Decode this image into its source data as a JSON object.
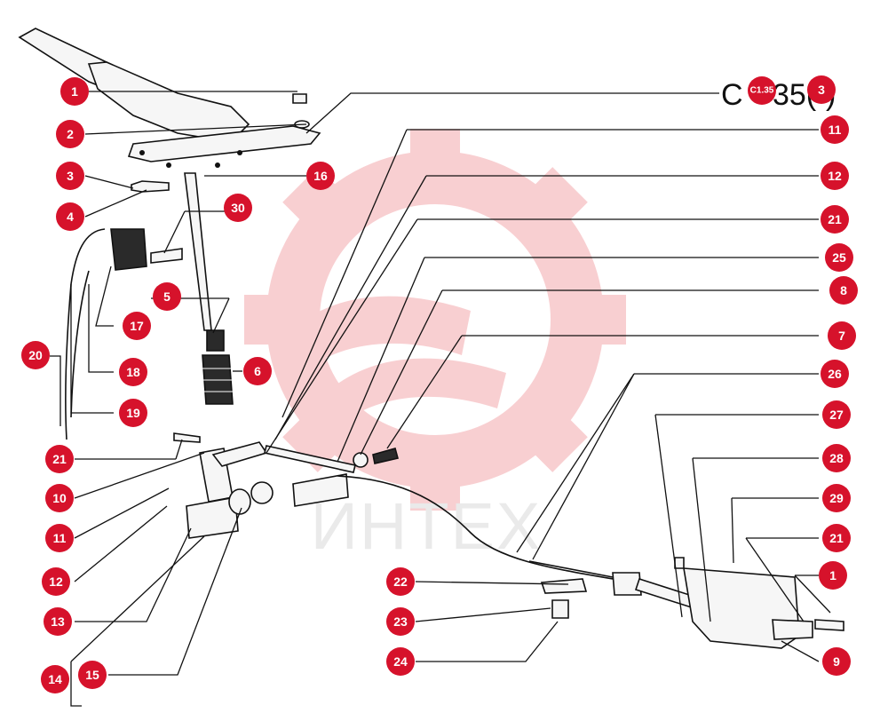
{
  "figure": {
    "reference_code": "C",
    "reference_code_tail": "35(",
    "reference_code_close": ")",
    "reference_badge_small": "C1.35",
    "reference_badge_number": "3",
    "watermark_text": "ИНТЕХ",
    "brand_color": "#d6122b",
    "watermark_color": "#f3b3b6"
  },
  "callouts": [
    {
      "id": "c1a",
      "label": "1"
    },
    {
      "id": "c2",
      "label": "2"
    },
    {
      "id": "c3",
      "label": "3"
    },
    {
      "id": "c4",
      "label": "4"
    },
    {
      "id": "c30",
      "label": "30"
    },
    {
      "id": "c16",
      "label": "16"
    },
    {
      "id": "c11a",
      "label": "11"
    },
    {
      "id": "c12a",
      "label": "12"
    },
    {
      "id": "c21a",
      "label": "21"
    },
    {
      "id": "c25",
      "label": "25"
    },
    {
      "id": "c8",
      "label": "8"
    },
    {
      "id": "c7",
      "label": "7"
    },
    {
      "id": "c26",
      "label": "26"
    },
    {
      "id": "c27",
      "label": "27"
    },
    {
      "id": "c28",
      "label": "28"
    },
    {
      "id": "c29",
      "label": "29"
    },
    {
      "id": "c21b",
      "label": "21"
    },
    {
      "id": "c1b",
      "label": "1"
    },
    {
      "id": "c9",
      "label": "9"
    },
    {
      "id": "c5",
      "label": "5"
    },
    {
      "id": "c6",
      "label": "6"
    },
    {
      "id": "c17",
      "label": "17"
    },
    {
      "id": "c18",
      "label": "18"
    },
    {
      "id": "c19",
      "label": "19"
    },
    {
      "id": "c20",
      "label": "20"
    },
    {
      "id": "c21c",
      "label": "21"
    },
    {
      "id": "c10",
      "label": "10"
    },
    {
      "id": "c11b",
      "label": "11"
    },
    {
      "id": "c12b",
      "label": "12"
    },
    {
      "id": "c13",
      "label": "13"
    },
    {
      "id": "c14",
      "label": "14"
    },
    {
      "id": "c15",
      "label": "15"
    },
    {
      "id": "c22",
      "label": "22"
    },
    {
      "id": "c23",
      "label": "23"
    },
    {
      "id": "c24",
      "label": "24"
    }
  ]
}
